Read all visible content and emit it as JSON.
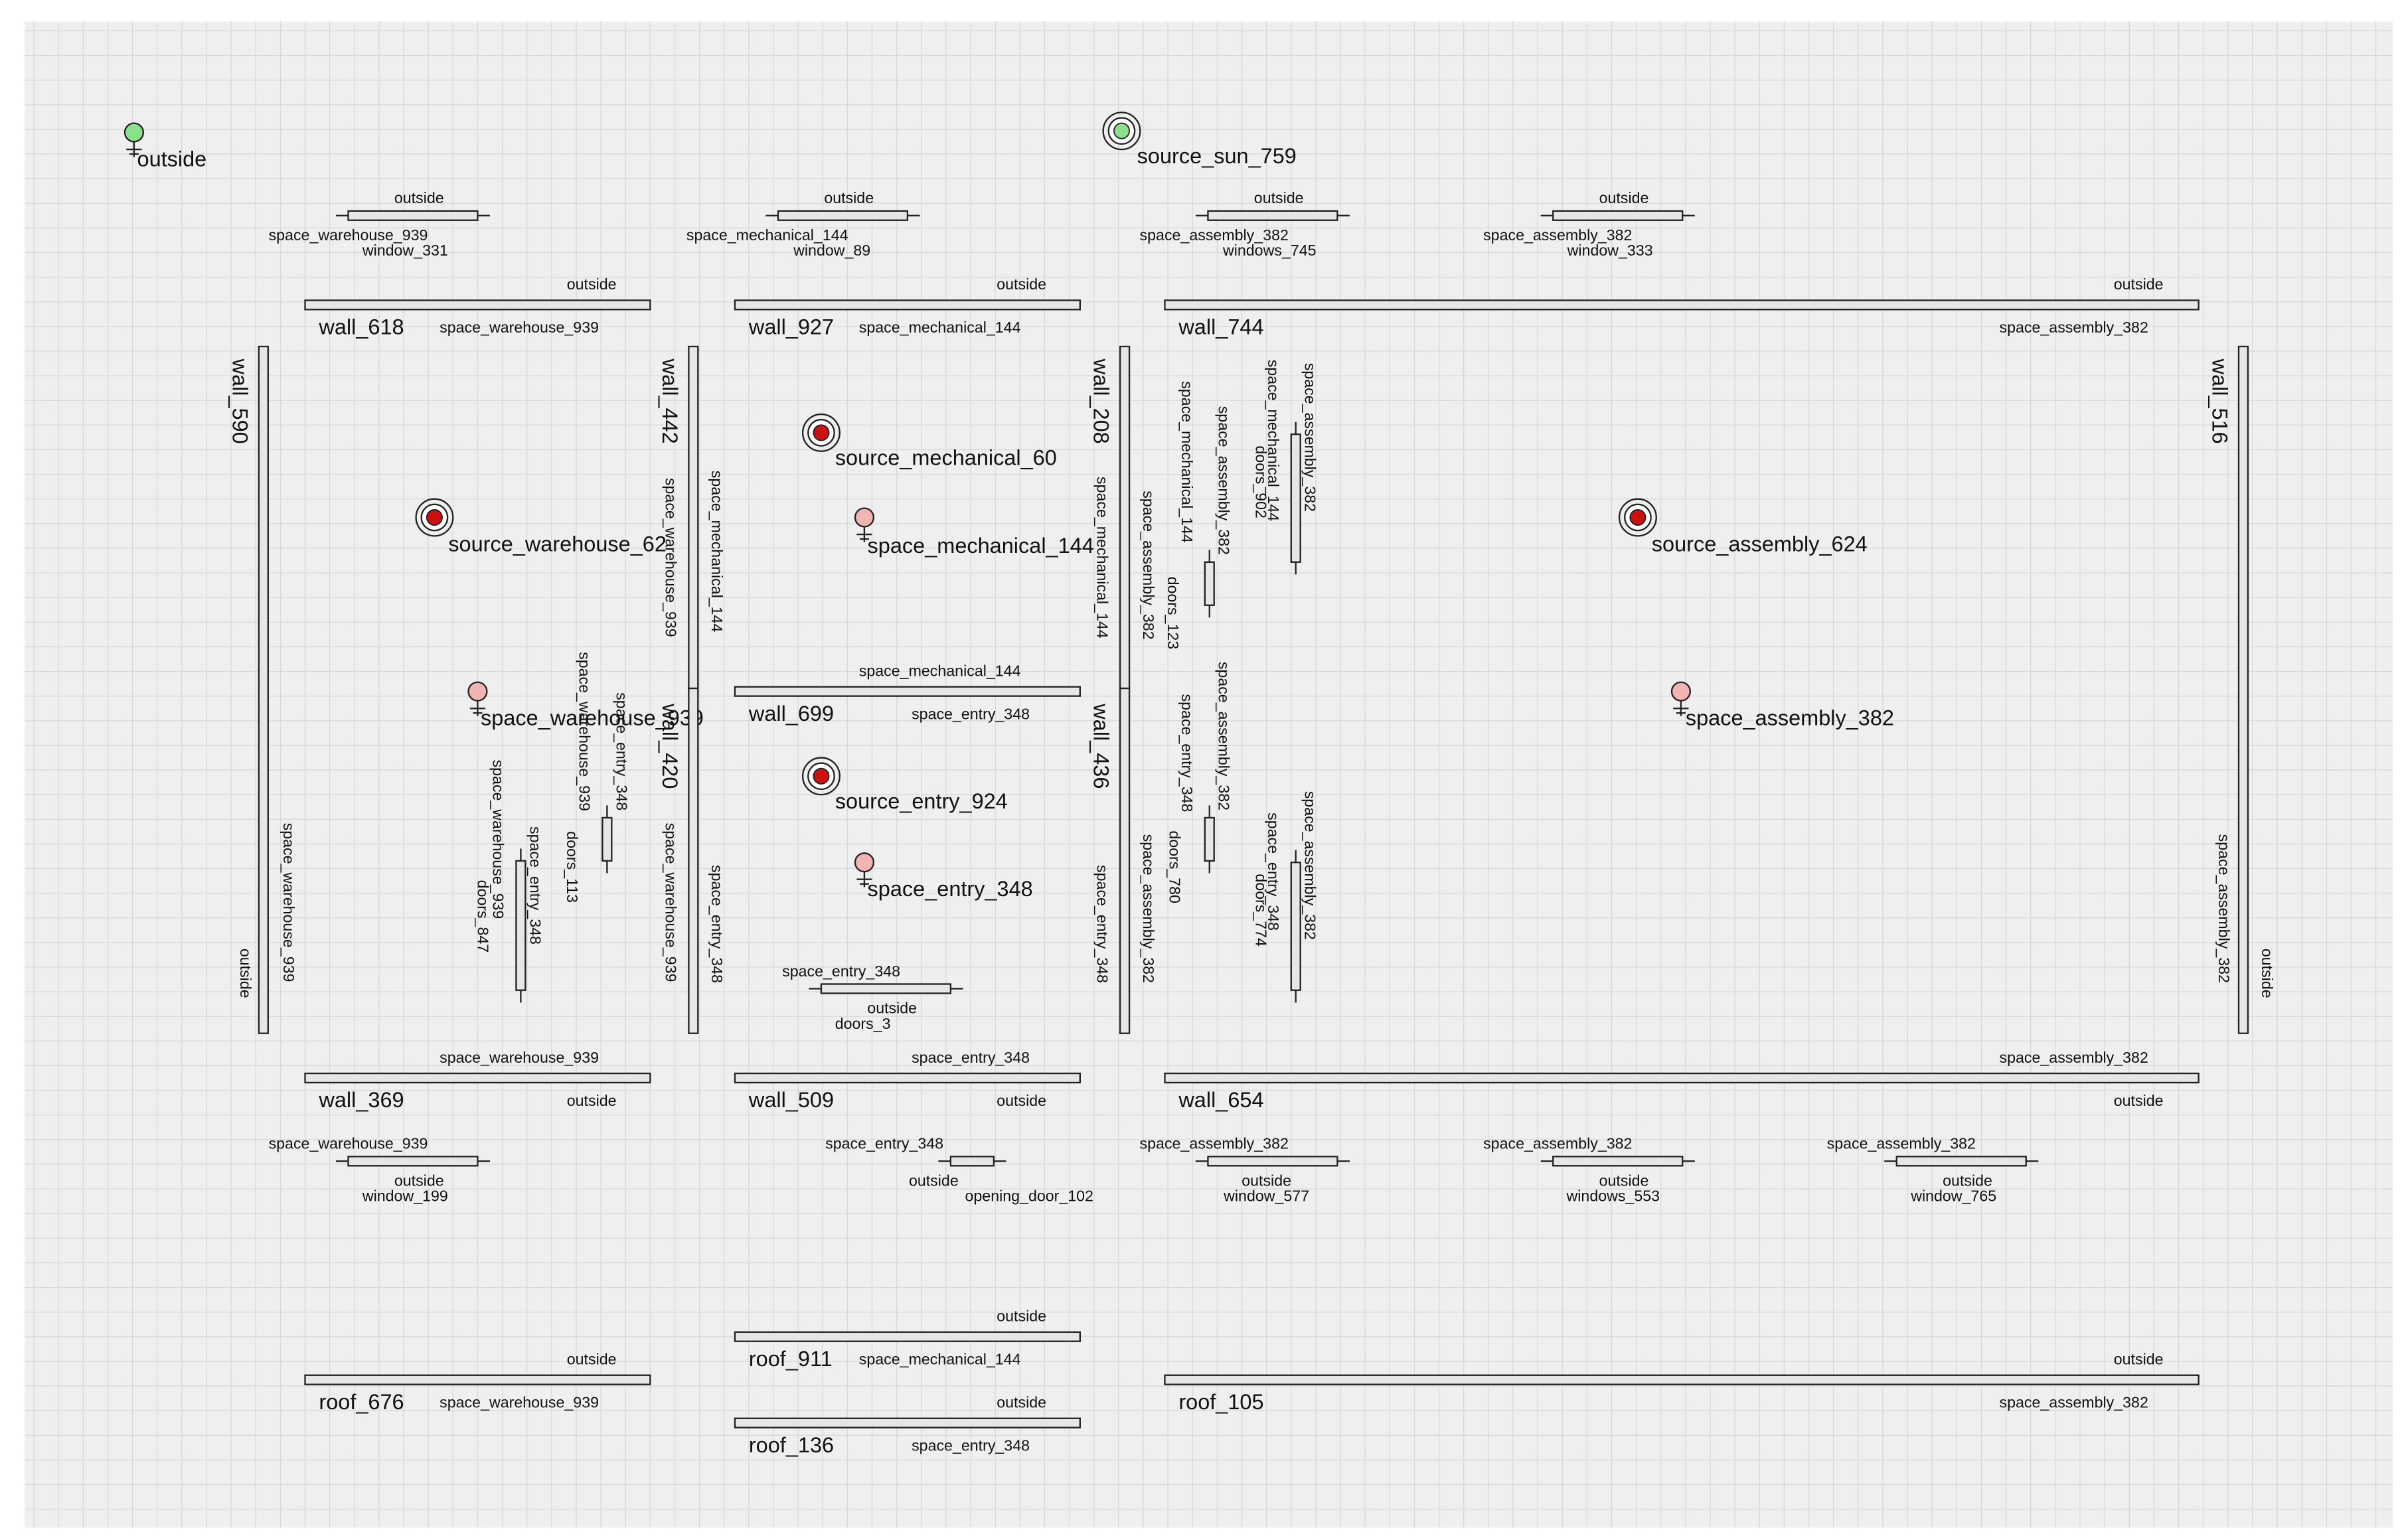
{
  "colors": {
    "canvas_bg": "#efefef",
    "grid_line": "#d9d9d9",
    "element_fill": "#e6e6e6",
    "element_stroke": "#222222",
    "source_fill": "#cc1111",
    "outside_node_fill": "#8be08b",
    "space_node_fill": "#f2b3b3",
    "sun_fill": "#8be08b",
    "text": "#111111"
  },
  "nodes": [
    {
      "id": "outside",
      "label": "outside",
      "kind": "outside-node"
    },
    {
      "id": "source_sun_759",
      "label": "source_sun_759",
      "kind": "sun-source"
    },
    {
      "id": "source_warehouse_62",
      "label": "source_warehouse_62",
      "kind": "source"
    },
    {
      "id": "source_mechanical_60",
      "label": "source_mechanical_60",
      "kind": "source"
    },
    {
      "id": "source_entry_924",
      "label": "source_entry_924",
      "kind": "source"
    },
    {
      "id": "source_assembly_624",
      "label": "source_assembly_624",
      "kind": "source"
    },
    {
      "id": "space_warehouse_939",
      "label": "space_warehouse_939",
      "kind": "space"
    },
    {
      "id": "space_mechanical_144",
      "label": "space_mechanical_144",
      "kind": "space"
    },
    {
      "id": "space_entry_348",
      "label": "space_entry_348",
      "kind": "space"
    },
    {
      "id": "space_assembly_382",
      "label": "space_assembly_382",
      "kind": "space"
    }
  ],
  "walls_h": [
    {
      "name": "wall_618",
      "top": "outside",
      "bottom": "space_warehouse_939"
    },
    {
      "name": "wall_927",
      "top": "outside",
      "bottom": "space_mechanical_144"
    },
    {
      "name": "wall_744",
      "top": "outside",
      "bottom": "space_assembly_382"
    },
    {
      "name": "wall_699",
      "top": "space_mechanical_144",
      "bottom": "space_entry_348"
    },
    {
      "name": "wall_369",
      "top": "space_warehouse_939",
      "bottom": "outside"
    },
    {
      "name": "wall_509",
      "top": "space_entry_348",
      "bottom": "outside"
    },
    {
      "name": "wall_654",
      "top": "space_assembly_382",
      "bottom": "outside"
    },
    {
      "name": "roof_676",
      "top": "outside",
      "bottom": "space_warehouse_939"
    },
    {
      "name": "roof_911",
      "top": "outside",
      "bottom": "space_mechanical_144"
    },
    {
      "name": "roof_136",
      "top": "outside",
      "bottom": "space_entry_348"
    },
    {
      "name": "roof_105",
      "top": "outside",
      "bottom": "space_assembly_382"
    }
  ],
  "walls_v": [
    {
      "name": "wall_590",
      "left": "outside",
      "right": "space_warehouse_939"
    },
    {
      "name": "wall_442",
      "left": "space_warehouse_939",
      "right": "space_mechanical_144"
    },
    {
      "name": "wall_420",
      "left": "space_warehouse_939",
      "right": "space_entry_348"
    },
    {
      "name": "wall_208",
      "left": "space_mechanical_144",
      "right": "space_assembly_382"
    },
    {
      "name": "wall_436",
      "left": "space_entry_348",
      "right": "space_assembly_382"
    },
    {
      "name": "wall_516",
      "left": "space_assembly_382",
      "right": "outside"
    }
  ],
  "windows": [
    {
      "name": "window_331",
      "top": "outside",
      "bottom": "space_warehouse_939"
    },
    {
      "name": "window_89",
      "top": "outside",
      "bottom": "space_mechanical_144"
    },
    {
      "name": "windows_745",
      "top": "outside",
      "bottom": "space_assembly_382"
    },
    {
      "name": "window_333",
      "top": "outside",
      "bottom": "space_assembly_382"
    },
    {
      "name": "window_199",
      "top": "space_warehouse_939",
      "bottom": "outside"
    },
    {
      "name": "opening_door_102",
      "top": "space_entry_348",
      "bottom": "outside"
    },
    {
      "name": "window_577",
      "top": "space_assembly_382",
      "bottom": "outside"
    },
    {
      "name": "windows_553",
      "top": "space_assembly_382",
      "bottom": "outside"
    },
    {
      "name": "window_765",
      "top": "space_assembly_382",
      "bottom": "outside"
    },
    {
      "name": "doors_3",
      "top": "space_entry_348",
      "bottom": "outside"
    }
  ],
  "doors_v": [
    {
      "name": "doors_847",
      "a": "space_warehouse_939",
      "b": "space_entry_348"
    },
    {
      "name": "doors_113",
      "a": "space_warehouse_939",
      "b": "space_entry_348"
    },
    {
      "name": "doors_123",
      "a": "space_mechanical_144",
      "b": "space_assembly_382"
    },
    {
      "name": "doors_902",
      "a": "space_mechanical_144",
      "b": "space_assembly_382"
    },
    {
      "name": "doors_780",
      "a": "space_entry_348",
      "b": "space_assembly_382"
    },
    {
      "name": "doors_774",
      "a": "space_entry_348",
      "b": "space_assembly_382"
    }
  ]
}
